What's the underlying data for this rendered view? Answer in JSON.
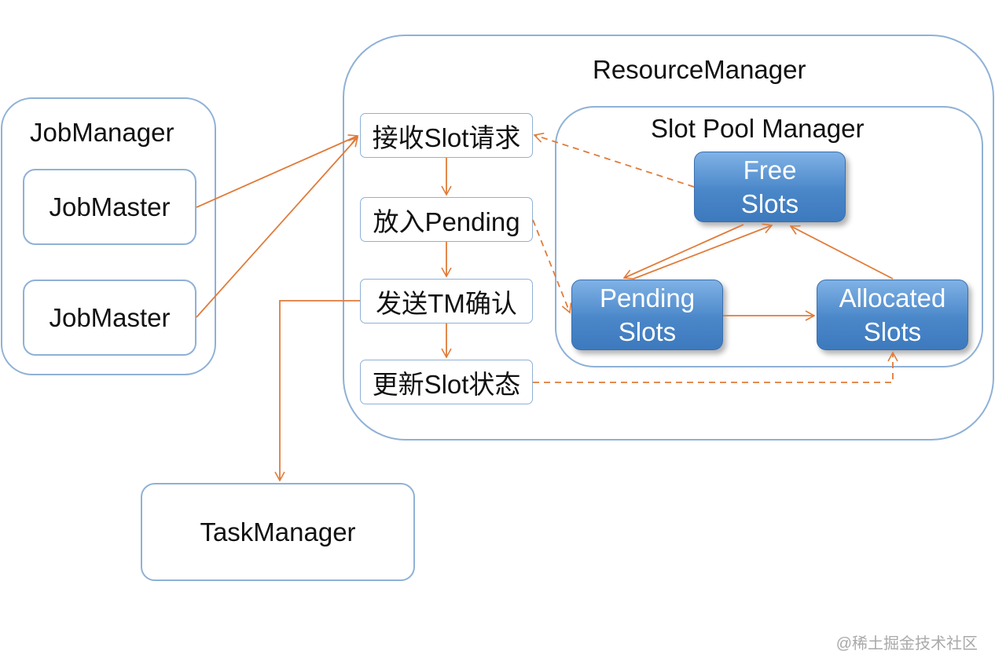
{
  "job_manager": {
    "title": "JobManager",
    "masters": [
      "JobMaster",
      "JobMaster"
    ]
  },
  "resource_manager": {
    "title": "ResourceManager",
    "steps": [
      "接收Slot请求",
      "放入Pending",
      "发送TM确认",
      "更新Slot状态"
    ],
    "slot_pool": {
      "title": "Slot Pool Manager",
      "free": [
        "Free",
        "Slots"
      ],
      "pending": [
        "Pending",
        "Slots"
      ],
      "allocated": [
        "Allocated",
        "Slots"
      ]
    }
  },
  "task_manager": {
    "title": "TaskManager"
  },
  "watermark": "@稀土掘金技术社区",
  "colors": {
    "arrow": "#e07b39",
    "border": "#8fb1d6",
    "slot_fill": "#4a87c9"
  }
}
